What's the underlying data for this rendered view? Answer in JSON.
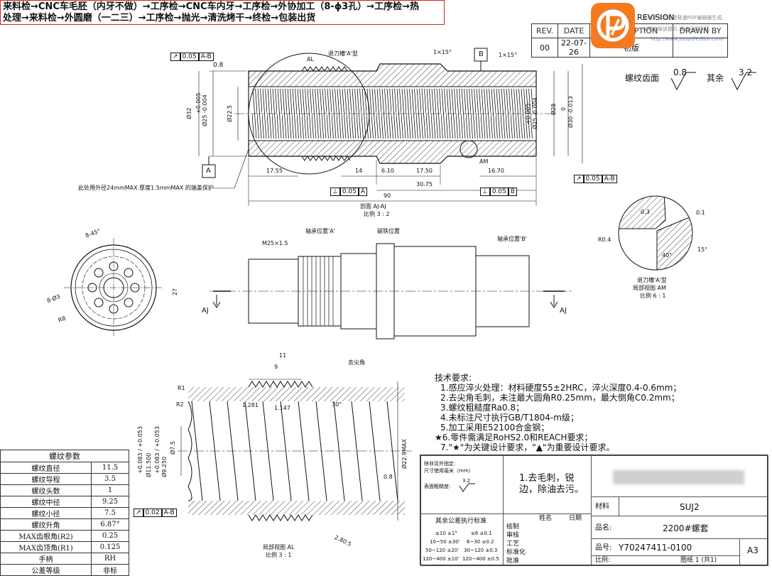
{
  "process_note": {
    "line1": "来料检→CNC车毛胚（内牙不做）→工序检→CNC车内牙→工序检→外协加工（8-ϕ3孔）→工序检→热",
    "line2": "处理→来料检→外圆磨（一二三）→工序检→抛光→清洗烤干→终检→包装出货"
  },
  "watermark": {
    "line1": "本PDF文件由是极速PDF编辑器生成,",
    "line2": "如想去掉该提示,请访问并下载:",
    "url": "http://www.jisupdfeditor.com/"
  },
  "revision": {
    "title": "REVISION",
    "headers": [
      "REV.",
      "DATE",
      "DESCRIPTION",
      "DRAWN BY"
    ],
    "row": {
      "rev": "00",
      "date": "22-07-26",
      "description": "初版",
      "drawn_by": ""
    }
  },
  "roughness": {
    "thread_face_label": "螺纹齿面",
    "thread_face_value": "0.8",
    "rest_label": "其余",
    "rest_value": "3.2"
  },
  "section_view": {
    "fcf_top": {
      "symbol": "↗",
      "value": "0.05",
      "datum": "A-B"
    },
    "fcf_right": {
      "symbol": "↗",
      "value": "0.05",
      "datum": "A-B"
    },
    "fcf_perp_a": {
      "symbol": "⊥",
      "value": "0.05",
      "datum": "A"
    },
    "fcf_perp_b": {
      "symbol": "⊥",
      "value": "0.05",
      "datum": "B"
    },
    "datum_a": "A",
    "datum_b": "B",
    "roughness_top": "0.8",
    "undercut_label": "退刀槽'A'型",
    "chamfer1": "1×15°",
    "chamfer2": "1×15°",
    "al_label": "AL",
    "am_label": "AM",
    "dims": {
      "d32": "Ø32",
      "d25_tol_up": "+0.005",
      "d25_tol_down": "Ø25 -0.004",
      "d22_5": "Ø22.5",
      "d28": "Ø28",
      "d25r_tol_up": "+0.005",
      "d25r_tol_down": "Ø25 -0.004",
      "d30_tol_up": "0",
      "d30_tol_down": "Ø30 -0.013",
      "l17_55": "17.55",
      "l14": "14",
      "l6_10": "6.10",
      "l17_50": "17.50",
      "l16_70": "16.70",
      "l30_75": "30.75",
      "l90": "90"
    },
    "protect_note": "此处用外径24mmMAX 厚度1.5mmMAX 的端盖保护",
    "caption": "剖面 AJ-AJ",
    "scale": "比例 3 : 2"
  },
  "end_view": {
    "chamfer": "8-45°",
    "holes": "8-Ø3",
    "radius": "R8",
    "height": "27"
  },
  "outline_view": {
    "thread": "M25×1.5",
    "bearing_a": "轴承位置'A'",
    "magnet": "磁铁位置",
    "bearing_b": "轴承位置'B'",
    "sharp_edge": "去尖角",
    "cut_left": "AJ",
    "cut_right": "AJ"
  },
  "detail_am": {
    "r04": "R0.4",
    "d03": "0.3",
    "d01": "0.1",
    "ang40": "40°",
    "ang15": "15°",
    "title": "退刀槽'A'型",
    "caption": "局部视图 AM",
    "scale": "比例 6 : 1"
  },
  "detail_al": {
    "l11": "11",
    "l9": "9",
    "r1": "R1",
    "r2": "R2",
    "pitch1": "1.281",
    "pitch2": "1.147",
    "ang30": "30°",
    "d11_5": "Ø11.500",
    "d11_5_tol": "+0.083 / +0.053",
    "d9_25": "Ø9.250",
    "d9_25_tol": "+0.083 / +0.053",
    "d7_5": "Ø7.5",
    "d22_9": "Ø22.9MAX",
    "pitch_line": "2.80.5",
    "roughness": "0.8",
    "fcf": {
      "symbol": "↗",
      "value": "0.02",
      "datum": "A-B"
    },
    "caption": "局部视图 AL",
    "scale": "比例 3 : 1"
  },
  "tech_requirements": {
    "title": "技术要求:",
    "items": [
      "1.感应淬火处理：材料硬度55±2HRC，淬火深度0.4-0.6mm；",
      "2.去尖角毛刺，未注最大圆角R0.25mm，最大倒角C0.2mm；",
      "3.螺纹粗糙度Ra0.8；",
      "4.未标注尺寸执行GB/T1804-m级；",
      "5.加工采用E52100合金钢；",
      "★6.零件需满足RoHS2.0和REACH要求；",
      "7.\"★\"为关键设计要求，\"▲\"为重要设计要求。"
    ]
  },
  "thread_params": {
    "title": "螺纹参数",
    "rows": [
      [
        "螺纹直径",
        "11.5"
      ],
      [
        "螺纹导程",
        "3.5"
      ],
      [
        "螺纹头数",
        "1"
      ],
      [
        "螺纹中径",
        "9.25"
      ],
      [
        "螺纹小径",
        "7.5"
      ],
      [
        "螺纹升角",
        "6.87°"
      ],
      [
        "MAX齿根角(R2)",
        "0.25"
      ],
      [
        "MAX齿顶角(R1)",
        "0.125"
      ],
      [
        "手柄",
        "RH"
      ],
      [
        "公差等级",
        "非标"
      ]
    ]
  },
  "title_block": {
    "unit_note1": "除非另外指定:",
    "unit_note2": "尺寸使用毫米（mm）",
    "surface_label": "表面粗糙度:",
    "surface_value": "3.2",
    "deburr_note": "1.去毛刺，锐边，除油去污。",
    "tol_title": "其余公差执行标准",
    "tol_rows": [
      [
        "≤10 ±1°",
        "≤6 ±0.1"
      ],
      [
        "10~50 ±30'",
        "6~30 ±0.2"
      ],
      [
        "50~120 ±20'",
        "30~120 ±0.3"
      ],
      [
        "120~400 ±10'",
        "120~400 ±0.5"
      ]
    ],
    "name_hdr": "姓名",
    "date_hdr": "日期",
    "roles": [
      "绘制",
      "审核",
      "工艺",
      "标准化",
      "批准"
    ],
    "material_label": "材料",
    "material": "SUJ2",
    "part_name_label": "品名:",
    "part_name": "2200#螺套",
    "part_no_label": "品号:",
    "part_no": "Y70247411-0100",
    "scale_label": "比例:",
    "sheet": "图纸 1 (共1)",
    "size": "A3"
  }
}
